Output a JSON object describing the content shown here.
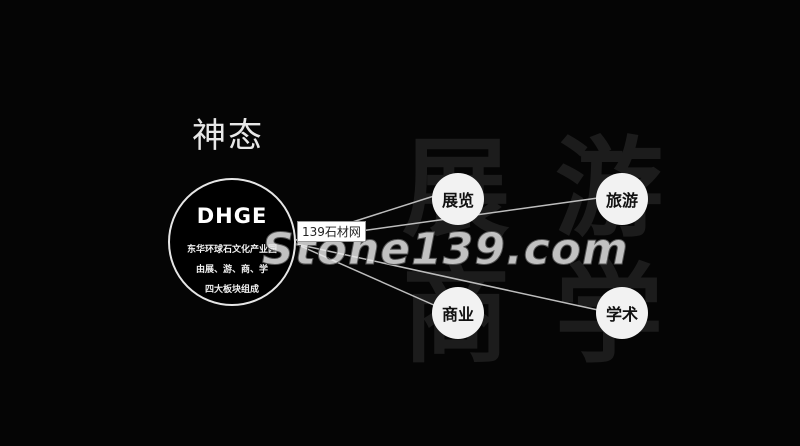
{
  "page": {
    "title": "神态"
  },
  "background_characters": [
    "展",
    "游",
    "商",
    "学"
  ],
  "center_node": {
    "title": "DHGE",
    "description_lines": [
      "东华环球石文化产业园",
      "由展、游、商、学",
      "四大板块组成"
    ]
  },
  "nodes": [
    {
      "id": "zhanlan",
      "label": "展览"
    },
    {
      "id": "lvyou",
      "label": "旅游"
    },
    {
      "id": "shangye",
      "label": "商业"
    },
    {
      "id": "xueshu",
      "label": "学术"
    }
  ],
  "watermark": {
    "badge": "139石材网",
    "text": "Stone139.com"
  },
  "colors": {
    "background": "#000000",
    "node_fill": "#f2f2f2",
    "line": "#bdbdbd",
    "bg_glyph": "#1c1c1c"
  }
}
